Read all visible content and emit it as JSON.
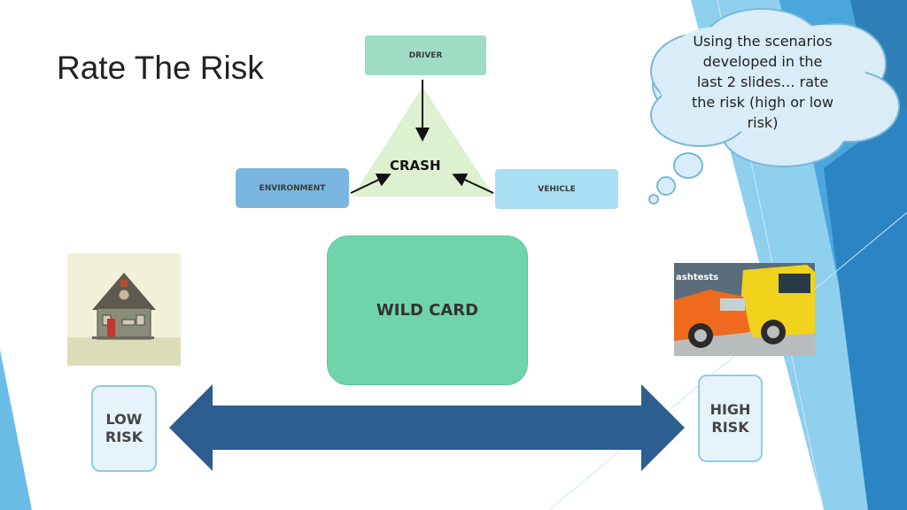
{
  "slide": {
    "title": "Rate The Risk"
  },
  "diagram": {
    "driver_label": "DRIVER",
    "environment_label": "ENVIRONMENT",
    "vehicle_label": "VEHICLE",
    "center_label": "CRASH",
    "wildcard_label": "WILD CARD"
  },
  "scale": {
    "low_line1": "LOW",
    "low_line2": "RISK",
    "high_line1": "HIGH",
    "high_line2": "RISK"
  },
  "callout": {
    "line1": "Using the scenarios",
    "line2": "developed in the",
    "line3": "last 2 slides… rate",
    "line4": "the risk (high or low",
    "line5": "risk)"
  },
  "images": {
    "crash_photo_text": "ashtests"
  },
  "colors": {
    "arrow": "#2c5e8f",
    "triangle": "#ddf0cf",
    "wildcard": "#6fd4ac",
    "accent_blue": "#3a9bd9"
  }
}
